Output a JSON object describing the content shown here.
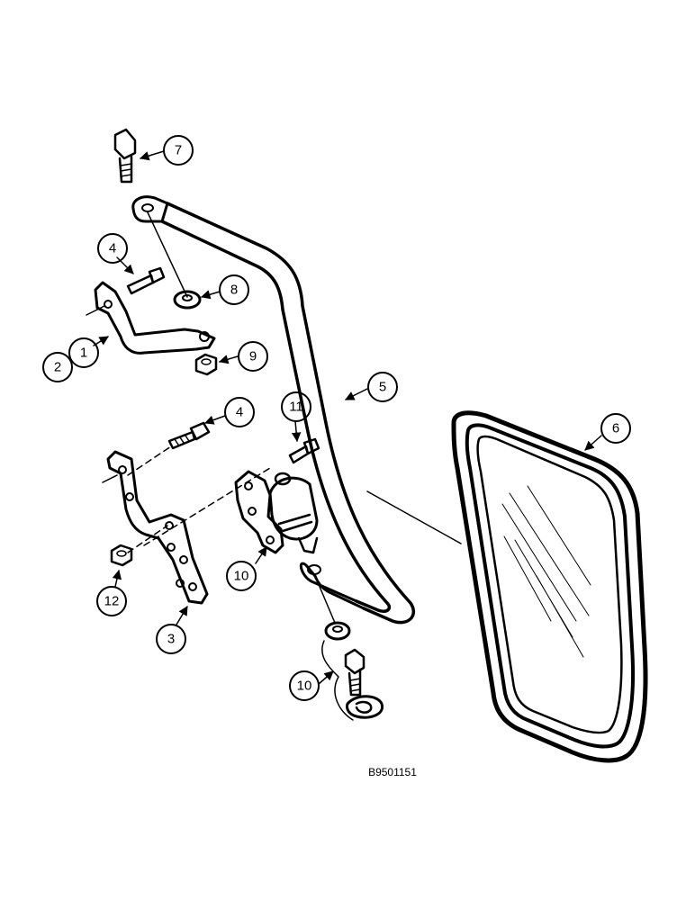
{
  "figure_id": "B9501151",
  "callouts": [
    {
      "id": "callout-1",
      "label": "1"
    },
    {
      "id": "callout-2",
      "label": "2"
    },
    {
      "id": "callout-3",
      "label": "3"
    },
    {
      "id": "callout-4a",
      "label": "4"
    },
    {
      "id": "callout-4b",
      "label": "4"
    },
    {
      "id": "callout-5",
      "label": "5"
    },
    {
      "id": "callout-6",
      "label": "6"
    },
    {
      "id": "callout-7",
      "label": "7"
    },
    {
      "id": "callout-8",
      "label": "8"
    },
    {
      "id": "callout-9",
      "label": "9"
    },
    {
      "id": "callout-10a",
      "label": "10"
    },
    {
      "id": "callout-10b",
      "label": "10"
    },
    {
      "id": "callout-11",
      "label": "11"
    },
    {
      "id": "callout-12",
      "label": "12"
    }
  ]
}
